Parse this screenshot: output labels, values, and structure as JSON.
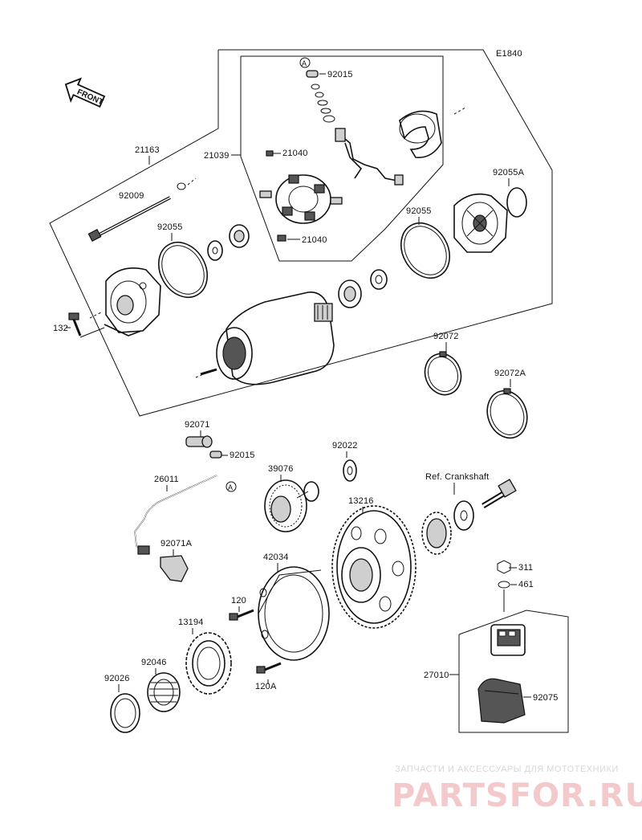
{
  "diagram_code": "E1840",
  "front_label": "FRONT",
  "callout_letter": "A",
  "labels": {
    "p21163": "21163",
    "p21039": "21039",
    "p92015_top": "92015",
    "p21040_top": "21040",
    "p21040_bottom": "21040",
    "p92009": "92009",
    "p92055_left": "92055",
    "p92055_right": "92055",
    "p92055A": "92055A",
    "p132": "132",
    "p92072": "92072",
    "p92072A": "92072A",
    "p92071": "92071",
    "p92015_mid": "92015",
    "p26011": "26011",
    "p92071A": "92071A",
    "p39076": "39076",
    "p92022": "92022",
    "p13216": "13216",
    "ref_crankshaft": "Ref. Crankshaft",
    "p42034": "42034",
    "p120": "120",
    "p120A": "120A",
    "p13194": "13194",
    "p92046": "92046",
    "p92026": "92026",
    "p311": "311",
    "p461": "461",
    "p27010": "27010",
    "p92075": "92075"
  },
  "watermark": {
    "tagline": "ЗАПЧАСТИ И АКСЕССУАРЫ ДЛЯ МОТОТЕХНИКИ",
    "brand": "PARTSFOR.RU",
    "color": "#e8a0a4"
  }
}
